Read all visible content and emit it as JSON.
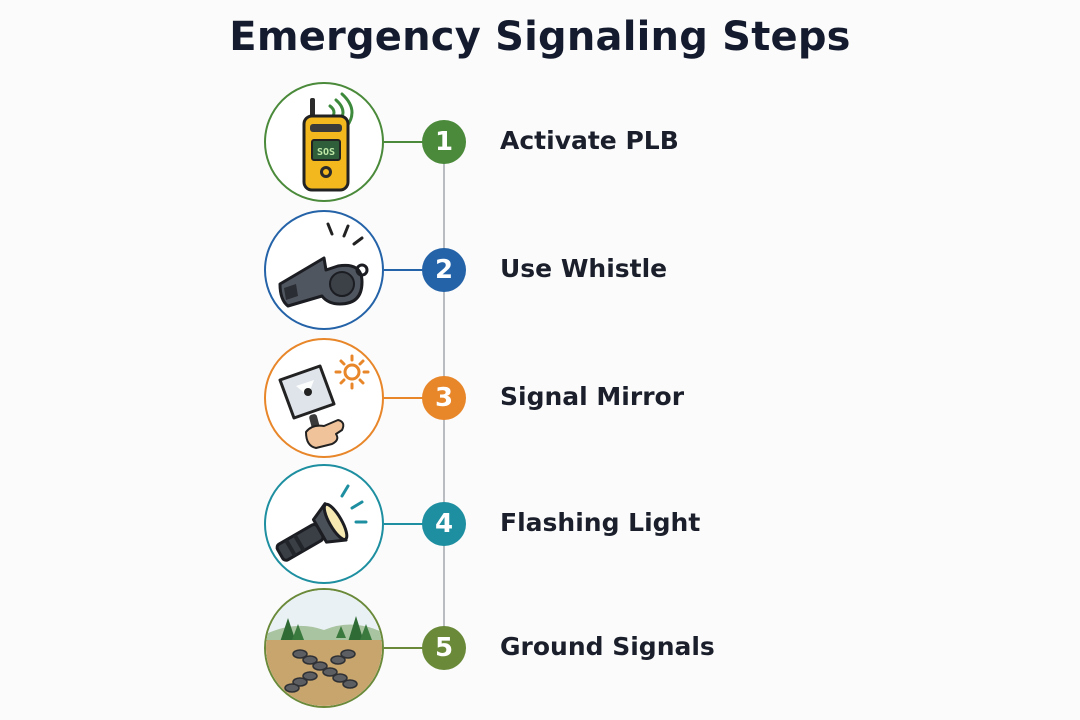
{
  "title": "Emergency Signaling Steps",
  "steps": [
    {
      "number": "1",
      "label": "Activate PLB",
      "icon": "plb-beacon-icon",
      "color": "#4a8a3a"
    },
    {
      "number": "2",
      "label": "Use Whistle",
      "icon": "whistle-icon",
      "color": "#2563a8"
    },
    {
      "number": "3",
      "label": "Signal Mirror",
      "icon": "signal-mirror-icon",
      "color": "#e8862a"
    },
    {
      "number": "4",
      "label": "Flashing Light",
      "icon": "flashlight-icon",
      "color": "#1e8fa0"
    },
    {
      "number": "5",
      "label": "Ground Signals",
      "icon": "ground-signal-icon",
      "color": "#6a8a3a"
    }
  ],
  "plb_screen_text": "SOS"
}
